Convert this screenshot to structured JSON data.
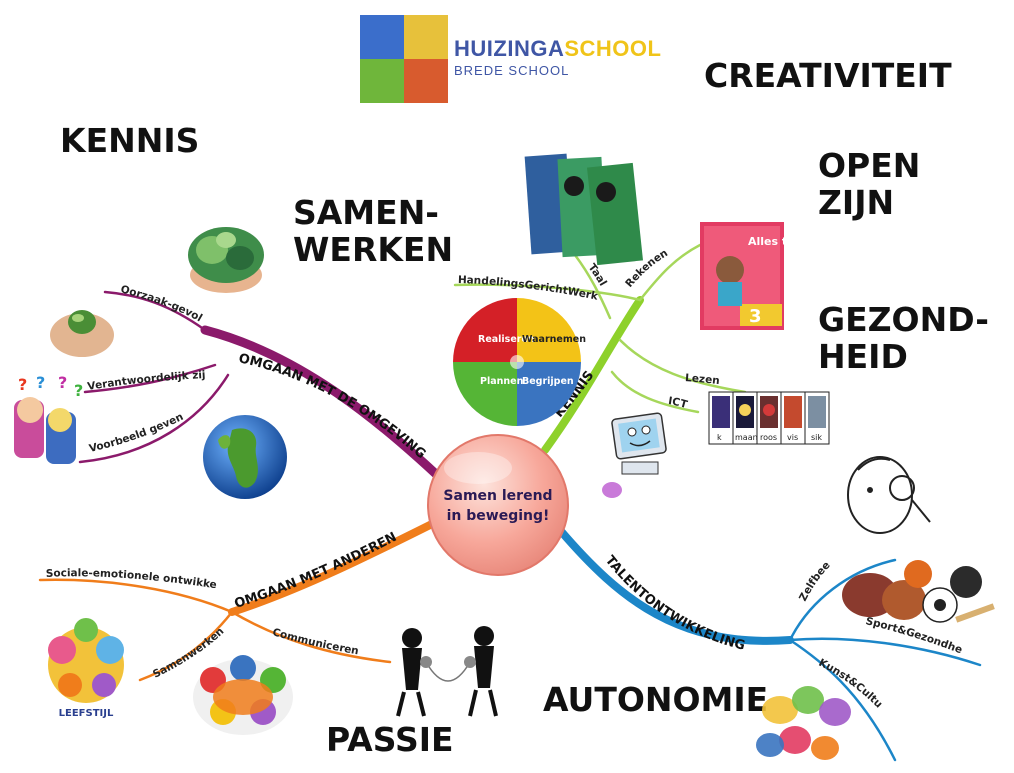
{
  "logo": {
    "name_part1": "HUIZINGA",
    "name_part2": "SCHOOL",
    "subtitle": "BREDE SCHOOL"
  },
  "headings": {
    "kennis": "KENNIS",
    "creativiteit": "CREATIVITEIT",
    "samen_1": "SAMEN-",
    "samen_2": "WERKEN",
    "open_1": "OPEN",
    "open_2": "ZIJN",
    "gezond_1": "GEZOND-",
    "gezond_2": "HEID",
    "autonomie": "AUTONOMIE",
    "passie": "PASSIE"
  },
  "center": {
    "line1": "Samen lerend",
    "line2": "in beweging!"
  },
  "branches": {
    "omgeving": {
      "label": "OMGAAN MET DE OMGEVING",
      "color": "#8b1a6b",
      "sub": [
        "Oorzaak-gevolg",
        "Verantwoordelijk zijn",
        "Voorbeeld geven"
      ]
    },
    "kennis": {
      "label": "KENNIS",
      "color": "#8ed12b",
      "sub": [
        "HandelingsGerichtWerken",
        "Taal",
        "Rekenen",
        "Lezen",
        "ICT"
      ]
    },
    "anderen": {
      "label": "OMGAAN MET ANDEREN",
      "color": "#f07d1b",
      "sub": [
        "Sociale-emotionele ontwikkeling",
        "Samenwerken",
        "Communiceren"
      ]
    },
    "talent": {
      "label": "TALENTONTWIKKELING",
      "color": "#1c86c8",
      "sub": [
        "Zelfbeeld",
        "Sport&Gezondheid",
        "Kunst&Cultuur"
      ]
    }
  },
  "quadrant": {
    "labels": [
      "Realiseren",
      "Waarnemen",
      "Plannen",
      "Begrijpen"
    ],
    "colors": [
      "#d42027",
      "#f3c317",
      "#55b536",
      "#3a74c0"
    ]
  },
  "flashcards": [
    "k",
    "maan",
    "roos",
    "vis",
    "sik"
  ],
  "books": {
    "title": "Alles telt",
    "grade": "3"
  },
  "leefstijl": "LEEFSTIJL"
}
